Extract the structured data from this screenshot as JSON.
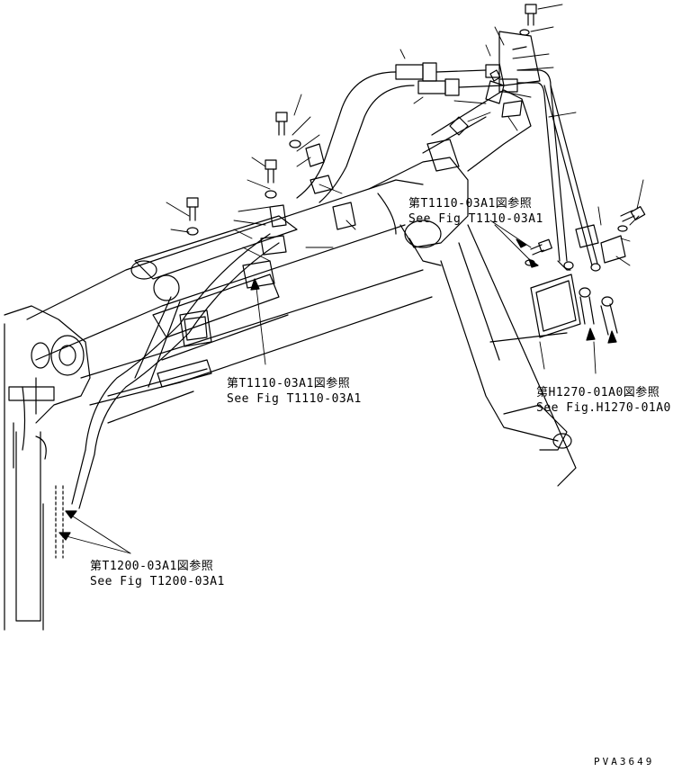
{
  "references": [
    {
      "jp": "第T1110-03A1図参照",
      "en": "See Fig T1110-03A1"
    },
    {
      "jp": "第T1110-03A1図参照",
      "en": "See Fig T1110-03A1"
    },
    {
      "jp": "第H1270-01A0図参照",
      "en": "See Fig.H1270-01A0"
    },
    {
      "jp": "第T1200-03A1図参照",
      "en": "See Fig T1200-03A1"
    }
  ],
  "drawing_code": "PVA3649"
}
